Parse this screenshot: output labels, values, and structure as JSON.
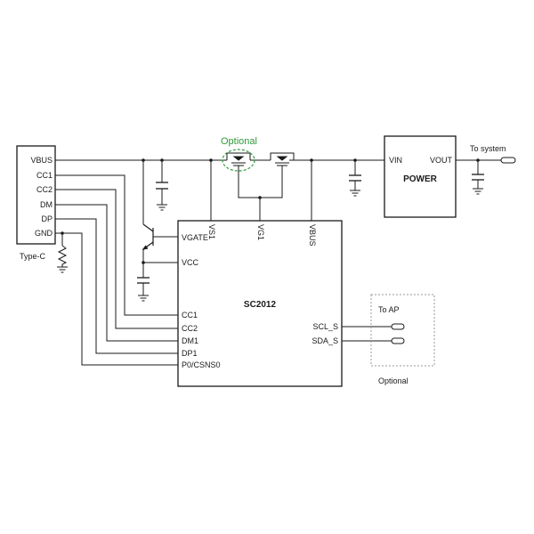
{
  "type_c": {
    "pins": [
      "VBUS",
      "CC1",
      "CC2",
      "DM",
      "DP",
      "GND"
    ],
    "label": "Type-C"
  },
  "chip": {
    "name": "SC2012",
    "top_pins": [
      "VS1",
      "VG1",
      "VBUS"
    ],
    "left_pins": [
      "VGATE",
      "VCC",
      "CC1",
      "CC2",
      "DM1",
      "DP1",
      "P0/CSNS0"
    ],
    "right_pins": [
      "SCL_S",
      "SDA_S"
    ]
  },
  "power": {
    "name": "POWER",
    "vin": "VIN",
    "vout": "VOUT"
  },
  "labels": {
    "optional_mosfet": "Optional",
    "to_system": "To system",
    "to_ap": "To AP",
    "optional_ap": "Optional"
  },
  "colors": {
    "optional_highlight": "#2e9a3a",
    "ap_box": "#9a9a9a"
  }
}
